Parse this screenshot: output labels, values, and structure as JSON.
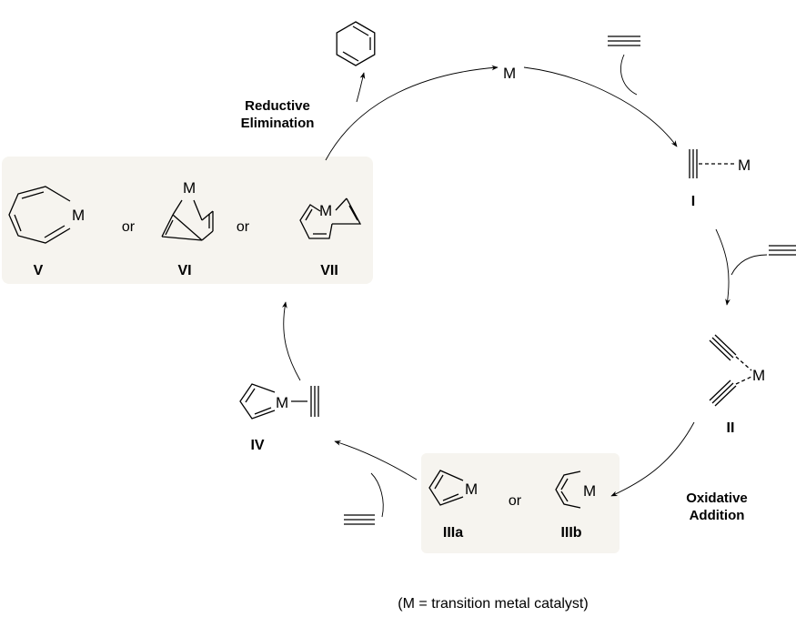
{
  "diagram": {
    "catalyst_top": "M",
    "intermediates": {
      "I": {
        "label": "I",
        "metal": "M"
      },
      "II": {
        "label": "II",
        "metal": "M"
      },
      "IIIa": {
        "label": "IIIa",
        "metal": "M"
      },
      "IIIb": {
        "label": "IIIb",
        "metal": "M"
      },
      "IV": {
        "label": "IV",
        "metal": "M"
      },
      "V": {
        "label": "V",
        "metal": "M"
      },
      "VI": {
        "label": "VI",
        "metal": "M"
      },
      "VII": {
        "label": "VII",
        "metal": "M"
      }
    },
    "or_text": "or",
    "steps": {
      "reductive_elimination": [
        "Reductive",
        "Elimination"
      ],
      "oxidative_addition": [
        "Oxidative",
        "Addition"
      ]
    },
    "footnote": "(M = transition metal catalyst)"
  }
}
